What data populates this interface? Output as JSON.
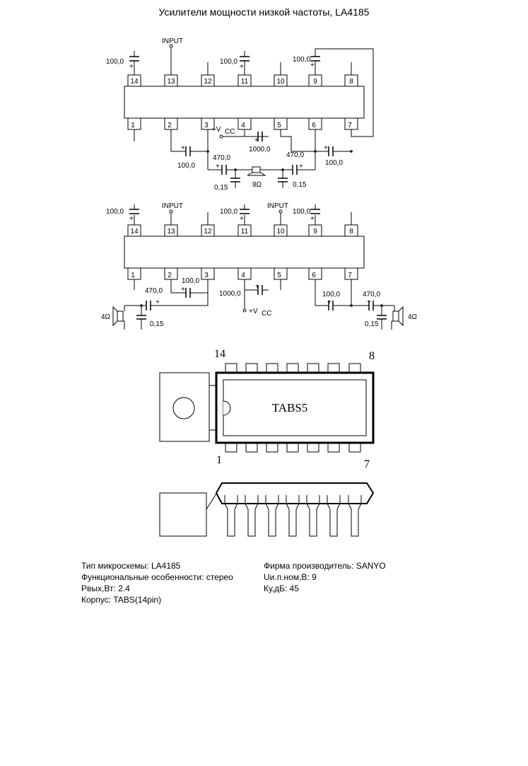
{
  "title": "Усилители мощности низкой частоты, LA4185",
  "labels": {
    "input": "INPUT",
    "vcc": "+V",
    "vcc_sub": "CC",
    "plus": "+",
    "cap_100": "100,0",
    "cap_470": "470,0",
    "cap_1000": "1000,0",
    "cap_015": "0,15",
    "speaker_8": "8Ω",
    "speaker_4": "4Ω"
  },
  "pins_top": [
    "14",
    "13",
    "12",
    "11",
    "10",
    "9",
    "8"
  ],
  "pins_bottom": [
    "1",
    "2",
    "3",
    "4",
    "5",
    "6",
    "7"
  ],
  "package": {
    "label": "TABS5",
    "corner_14": "14",
    "corner_8": "8",
    "corner_1": "1",
    "corner_7": "7"
  },
  "info": {
    "type": "Тип микросхемы: LA4185",
    "features": "Функциональные особенности: стерео",
    "power": "Рвых,Вт: 2.4",
    "case": "Корпус: TABS(14pin)",
    "maker": "Фирма производитель: SANYO",
    "voltage": "Uи.п.ном,В: 9",
    "gain": "Ку,дБ: 45"
  }
}
